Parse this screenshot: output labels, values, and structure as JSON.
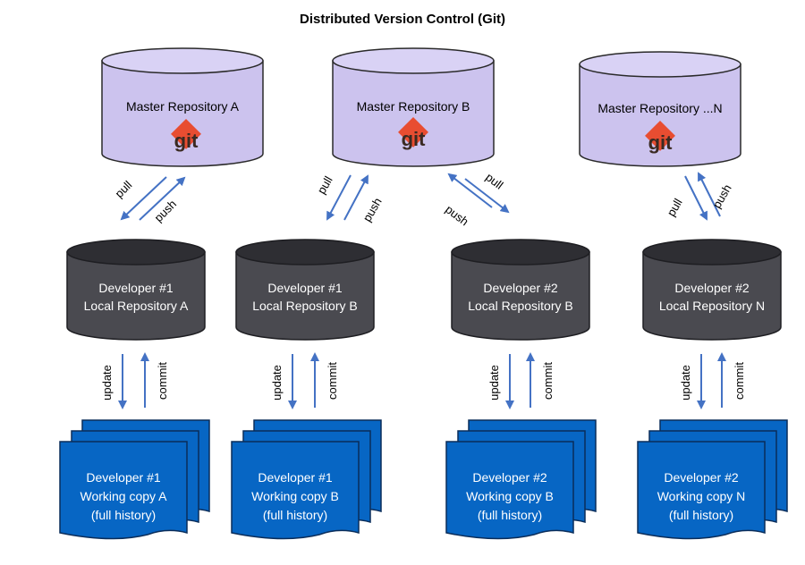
{
  "title": "Distributed Version Control (Git)",
  "colors": {
    "master_fill": "#ccc3ee",
    "master_top": "#d9d2f5",
    "local_fill": "#4a4a50",
    "local_top": "#2e2e33",
    "doc_fill": "#0766c4",
    "doc_stroke": "#0a2d5a",
    "arrow": "#4472c4",
    "git_logo": "#e84d31"
  },
  "git_logo_text": "git",
  "masters": [
    {
      "label": "Master Repository A"
    },
    {
      "label": "Master Repository B"
    },
    {
      "label": "Master Repository ...N"
    }
  ],
  "locals": [
    {
      "line1": "Developer #1",
      "line2": "Local Repository A"
    },
    {
      "line1": "Developer #1",
      "line2": "Local Repository B"
    },
    {
      "line1": "Developer #2",
      "line2": "Local Repository B"
    },
    {
      "line1": "Developer #2",
      "line2": "Local Repository N"
    }
  ],
  "working_copies": [
    {
      "line1": "Developer #1",
      "line2": "Working copy A",
      "line3": "(full history)"
    },
    {
      "line1": "Developer #1",
      "line2": "Working copy B",
      "line3": "(full history)"
    },
    {
      "line1": "Developer #2",
      "line2": "Working copy B",
      "line3": "(full history)"
    },
    {
      "line1": "Developer #2",
      "line2": "Working copy N",
      "line3": "(full history)"
    }
  ],
  "sync_labels": {
    "pull": "pull",
    "push": "push"
  },
  "local_labels": {
    "update": "update",
    "commit": "commit"
  }
}
